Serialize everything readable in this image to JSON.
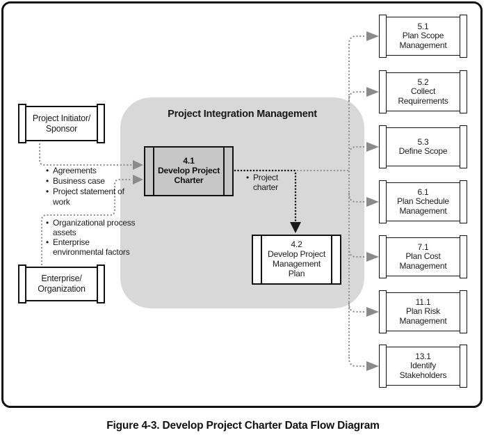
{
  "caption": "Figure 4-3. Develop Project Charter Data Flow Diagram",
  "panel": {
    "title": "Project Integration Management"
  },
  "entities": [
    {
      "lines": [
        "Project Initiator/",
        "Sponsor"
      ]
    },
    {
      "lines": [
        "Enterprise/",
        "Organization"
      ]
    }
  ],
  "processes": [
    {
      "lines": [
        "4.1",
        "Develop Project",
        "Charter"
      ]
    },
    {
      "lines": [
        "4.2",
        "Develop Project",
        "Management",
        "Plan"
      ]
    }
  ],
  "targets": [
    {
      "lines": [
        "5.1",
        "Plan Scope",
        "Management"
      ]
    },
    {
      "lines": [
        "5.2",
        "Collect",
        "Requirements"
      ]
    },
    {
      "lines": [
        "5.3",
        "Define Scope"
      ]
    },
    {
      "lines": [
        "6.1",
        "Plan Schedule",
        "Management"
      ]
    },
    {
      "lines": [
        "7.1",
        "Plan Cost",
        "Management"
      ]
    },
    {
      "lines": [
        "11.1",
        "Plan Risk",
        "Management"
      ]
    },
    {
      "lines": [
        "13.1",
        "Identify",
        "Stakeholders"
      ]
    }
  ],
  "labels": {
    "initiator_inputs": [
      "Agreements",
      "Business case",
      "Project statement of work"
    ],
    "enterprise_inputs": [
      "Organizational process assets",
      "Enterprise environmental factors"
    ],
    "output": "Project charter"
  },
  "colors": {
    "panel_fill": "#d8d8d8",
    "process_fill": "#c7c7c7",
    "flow_gray": "#8f8f8f",
    "flow_black": "#1a1a1a",
    "border_black": "#111111"
  }
}
